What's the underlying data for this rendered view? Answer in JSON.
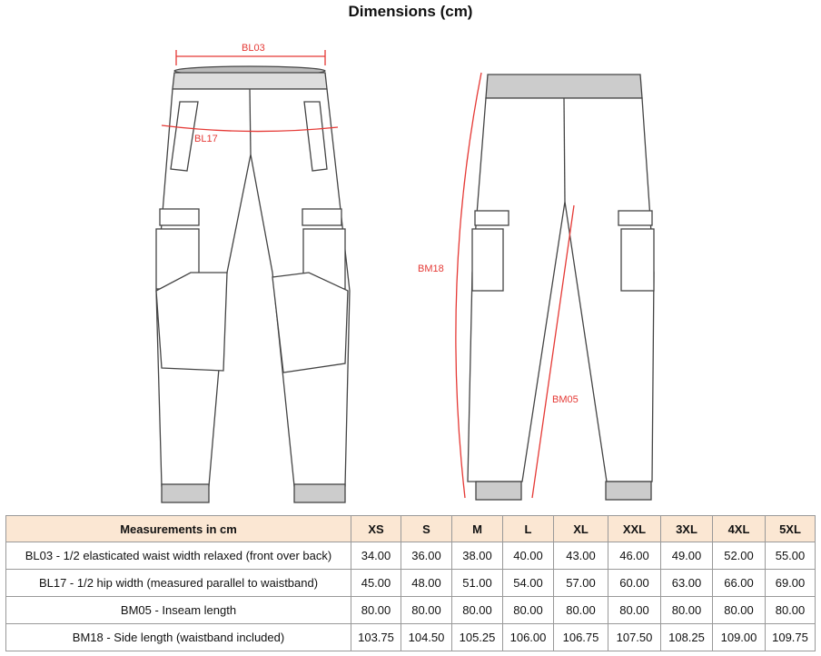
{
  "title": "Dimensions (cm)",
  "diagram_labels": {
    "bl03": "BL03",
    "bl17": "BL17",
    "bm18": "BM18",
    "bm05": "BM05"
  },
  "colors": {
    "measure_line": "#e53935",
    "header_bg": "#fbe7d3"
  },
  "table": {
    "headers": [
      "Measurements in cm",
      "XS",
      "S",
      "M",
      "L",
      "XL",
      "XXL",
      "3XL",
      "4XL",
      "5XL"
    ],
    "rows": [
      [
        "BL03 - 1/2 elasticated waist width relaxed (front over back)",
        "34.00",
        "36.00",
        "38.00",
        "40.00",
        "43.00",
        "46.00",
        "49.00",
        "52.00",
        "55.00"
      ],
      [
        "BL17 - 1/2 hip width (measured parallel to waistband)",
        "45.00",
        "48.00",
        "51.00",
        "54.00",
        "57.00",
        "60.00",
        "63.00",
        "66.00",
        "69.00"
      ],
      [
        "BM05 - Inseam length",
        "80.00",
        "80.00",
        "80.00",
        "80.00",
        "80.00",
        "80.00",
        "80.00",
        "80.00",
        "80.00"
      ],
      [
        "BM18 - Side length (waistband included)",
        "103.75",
        "104.50",
        "105.25",
        "106.00",
        "106.75",
        "107.50",
        "108.25",
        "109.00",
        "109.75"
      ]
    ]
  }
}
